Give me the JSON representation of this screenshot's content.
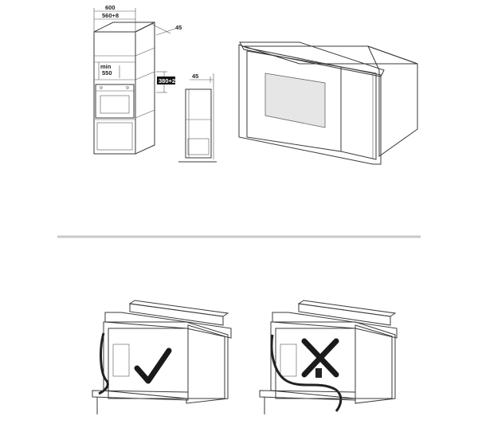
{
  "top_left_figure": {
    "dimensions": {
      "width_total": "600",
      "width_inner": "560+8",
      "depth": "45",
      "min_label": "min",
      "min_value": "550",
      "height_opening": "380+2",
      "side_depth": "45"
    }
  },
  "bottom_left_figure": {
    "result": "correct",
    "mark_icon": "checkmark-icon"
  },
  "bottom_right_figure": {
    "result": "incorrect",
    "mark_icon": "cross-icon"
  },
  "colors": {
    "line": "#3a3a3a",
    "panel": "#eeeeee",
    "door_window": "#8a8a8a",
    "divider": "#c8c8c8"
  }
}
